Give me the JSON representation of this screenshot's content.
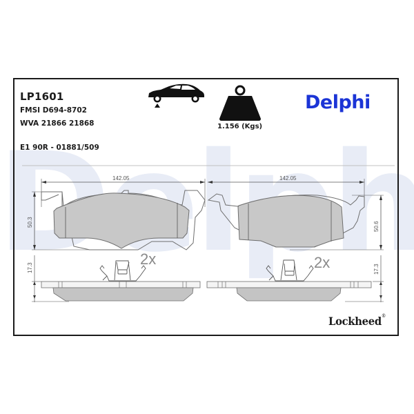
{
  "header": {
    "part_number": "LP1601",
    "fmsi": "FMSI D694-8702",
    "wva": "WVA 21866 21868",
    "ece_approval": "E1 90R - 01881/509"
  },
  "icons": {
    "vehicle_axle": "car-front-axle-icon",
    "weight": "weight-icon"
  },
  "weight_label": "1.156 (Kgs)",
  "brand": {
    "name": "Delphi",
    "color": "#1b34d6",
    "watermark_text": "Delphi",
    "watermark_color": "#e8ecf6"
  },
  "footer_brand": {
    "name": "Lockheed",
    "registered_mark": "®"
  },
  "drawing": {
    "left_pad": {
      "width_label": "142.05",
      "height_label": "50.3",
      "thickness_label": "17.3",
      "quantity_label": "2x"
    },
    "right_pad": {
      "width_label": "142.05",
      "height_label": "50.6",
      "thickness_label": "17.3",
      "quantity_label": "2x"
    },
    "colors": {
      "friction_material": "#c8c8c8",
      "outline": "#6e6e6e",
      "dimension_line": "#555555"
    }
  }
}
